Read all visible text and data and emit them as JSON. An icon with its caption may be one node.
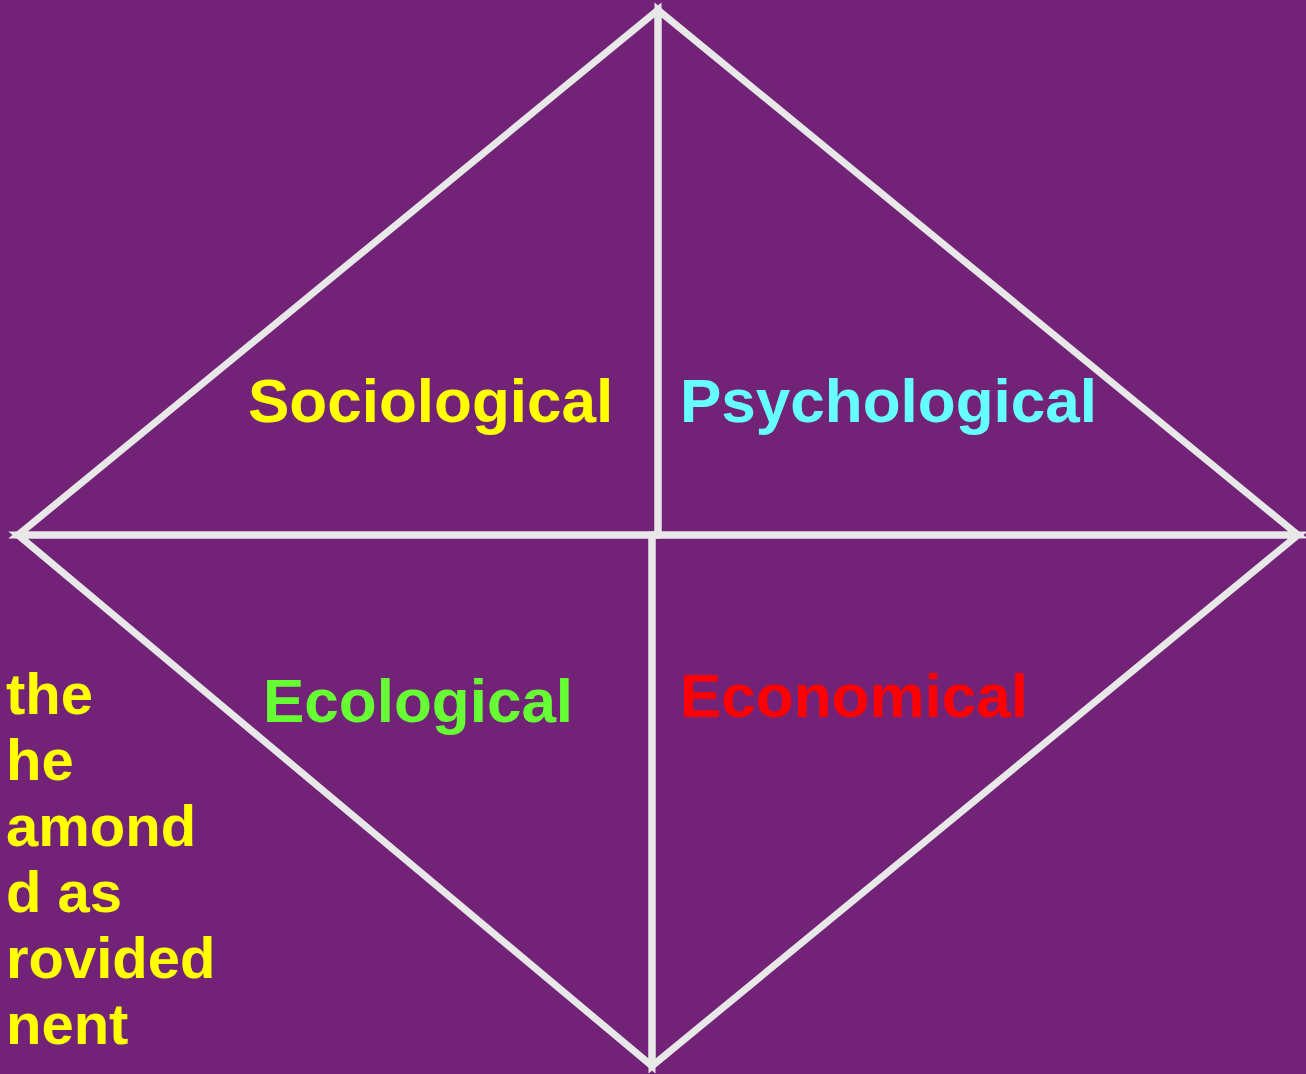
{
  "diagram": {
    "nodes": [
      {
        "text": [
          "Sociological"
        ]
      },
      {
        "text": [
          "Psychological"
        ]
      },
      {
        "text": [
          "Ecological"
        ]
      },
      {
        "text": [
          "Economical"
        ]
      }
    ],
    "labels": [
      "the",
      "he",
      "amond",
      "d as",
      "rovided",
      "nent"
    ]
  }
}
